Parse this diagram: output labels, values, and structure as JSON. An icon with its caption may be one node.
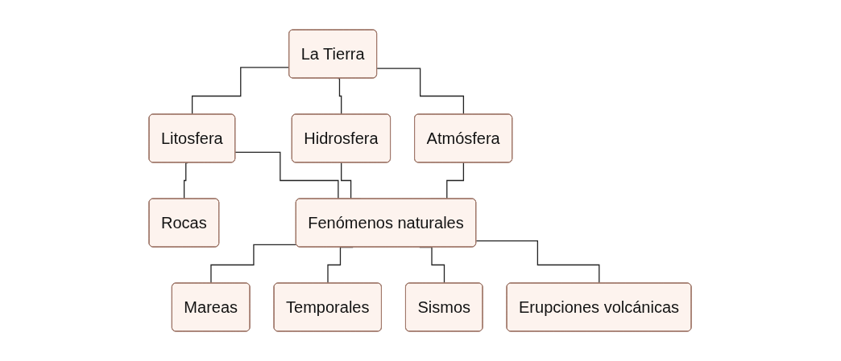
{
  "diagram": {
    "nodes": [
      {
        "text": [
          "La Tierra"
        ]
      },
      {
        "text": [
          "Atmósfera"
        ]
      },
      {
        "text": [
          "Hidrosfera"
        ]
      },
      {
        "text": [
          "Litosfera"
        ]
      },
      {
        "text": [
          "Rocas"
        ]
      },
      {
        "text": [
          "Fenómenos naturales"
        ]
      },
      {
        "text": [
          "Mareas"
        ]
      },
      {
        "text": [
          "Temporales"
        ]
      },
      {
        "text": [
          "Sismos"
        ]
      },
      {
        "text": [
          "Erupciones volcánicas"
        ]
      }
    ],
    "edges": [
      {
        "from": 0,
        "to": 1,
        "arrow": "none"
      },
      {
        "from": 0,
        "to": 2,
        "arrow": "none"
      },
      {
        "from": 0,
        "to": 3,
        "arrow": "none"
      },
      {
        "from": 3,
        "to": 4,
        "arrow": "none"
      },
      {
        "from": 1,
        "to": 5,
        "arrow": "none"
      },
      {
        "from": 2,
        "to": 5,
        "arrow": "none"
      },
      {
        "from": 3,
        "to": 5,
        "arrow": "none"
      },
      {
        "from": 5,
        "to": 6,
        "arrow": "none"
      },
      {
        "from": 5,
        "to": 7,
        "arrow": "none"
      },
      {
        "from": 5,
        "to": 8,
        "arrow": "none"
      },
      {
        "from": 5,
        "to": 9,
        "arrow": "none"
      }
    ]
  }
}
